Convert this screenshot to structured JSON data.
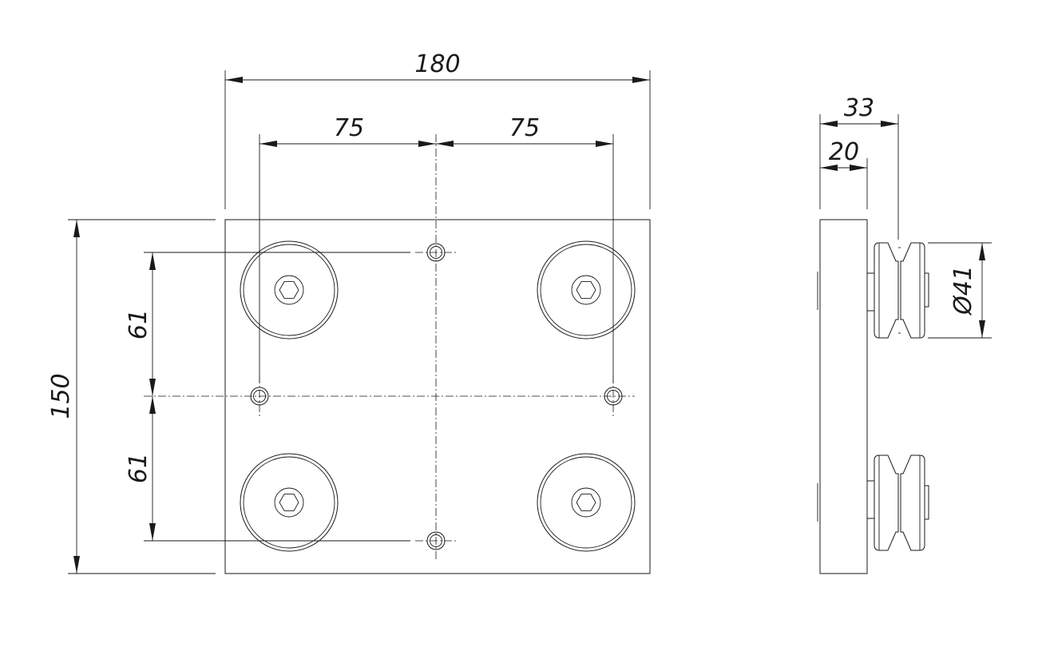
{
  "dimensions": {
    "overall_width": "180",
    "hole_spacing_left": "75",
    "hole_spacing_right": "75",
    "overall_height": "150",
    "upper_vertical_spacing": "61",
    "lower_vertical_spacing": "61",
    "side_total_depth": "33",
    "side_plate_thickness": "20",
    "roller_diameter": "Ø41"
  },
  "colors": {
    "line": "#1a1a1a",
    "background": "#ffffff"
  }
}
